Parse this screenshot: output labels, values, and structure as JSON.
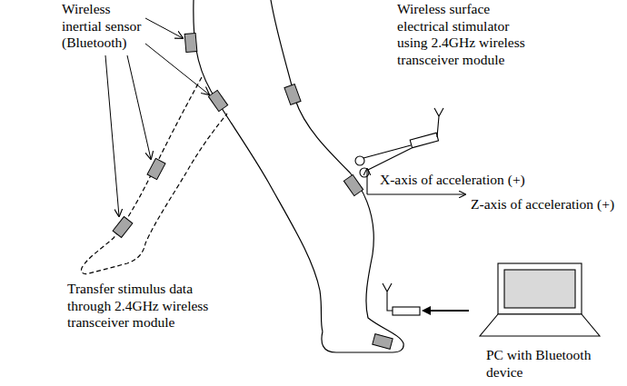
{
  "diagram": {
    "labels": [
      "Wireless inertial sensor (Bluetooth)",
      "Wireless surface electrical stimulator using 2.4GHz wireless transceiver module",
      "X-axis of acceleration (+)",
      "Z-axis of acceleration (+)",
      "Transfer stimulus data through 2.4GHz wireless transceiver module",
      "PC with Bluetooth device"
    ]
  }
}
